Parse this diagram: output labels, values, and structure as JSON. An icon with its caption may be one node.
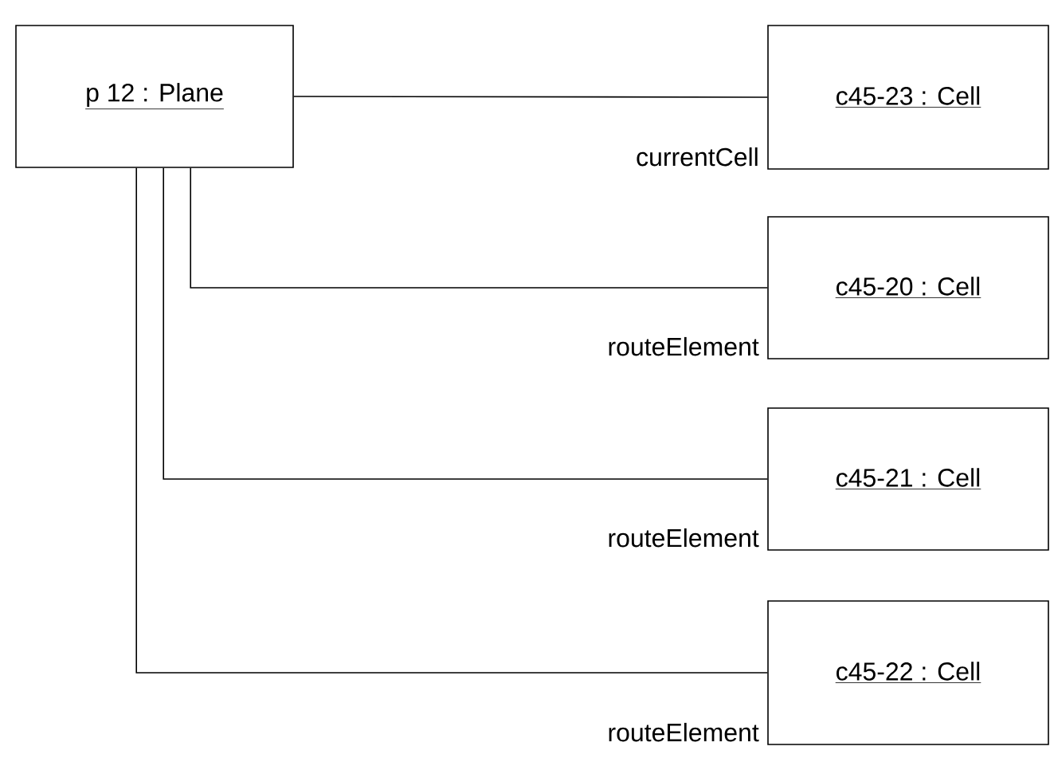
{
  "diagram": {
    "nodes": [
      {
        "text": [
          "p 12 : Plane"
        ]
      },
      {
        "text": [
          "c45-23 : Cell"
        ]
      },
      {
        "text": [
          "c45-20 : Cell"
        ]
      },
      {
        "text": [
          "c45-21 : Cell"
        ]
      },
      {
        "text": [
          "c45-22 : Cell"
        ]
      }
    ],
    "edges": [
      {
        "from": 0,
        "to": 1,
        "arrow": "none",
        "label": "currentCell"
      },
      {
        "from": 0,
        "to": 2,
        "arrow": "none",
        "label": "routeElement"
      },
      {
        "from": 0,
        "to": 3,
        "arrow": "none",
        "label": "routeElement"
      },
      {
        "from": 0,
        "to": 4,
        "arrow": "none",
        "label": "routeElement"
      }
    ]
  }
}
